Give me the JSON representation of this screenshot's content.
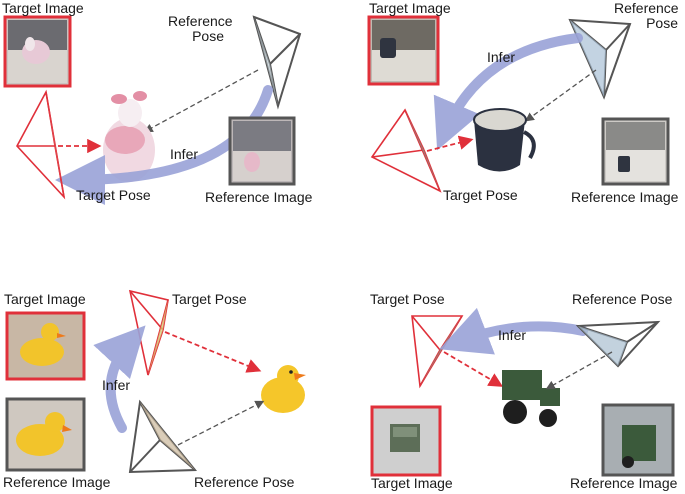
{
  "panels": [
    {
      "target_image_label": "Target Image",
      "reference_pose_label": "Reference\nPose",
      "infer_label": "Infer",
      "target_pose_label": "Target Pose",
      "reference_image_label": "Reference Image"
    },
    {
      "target_image_label": "Target Image",
      "reference_pose_label": "Reference\nPose",
      "infer_label": "Infer",
      "target_pose_label": "Target Pose",
      "reference_image_label": "Reference Image"
    },
    {
      "target_image_label": "Target Image",
      "target_pose_label": "Target Pose",
      "infer_label": "Infer",
      "reference_image_label": "Reference Image",
      "reference_pose_label": "Reference Pose"
    },
    {
      "target_pose_label": "Target Pose",
      "reference_pose_label": "Reference Pose",
      "infer_label": "Infer",
      "target_image_label": "Target Image",
      "reference_image_label": "Reference Image"
    }
  ],
  "colors": {
    "target": "#e0303a",
    "reference": "#555555",
    "infer_arrow": "#9aa3d8",
    "text": "#1a1a1a"
  }
}
